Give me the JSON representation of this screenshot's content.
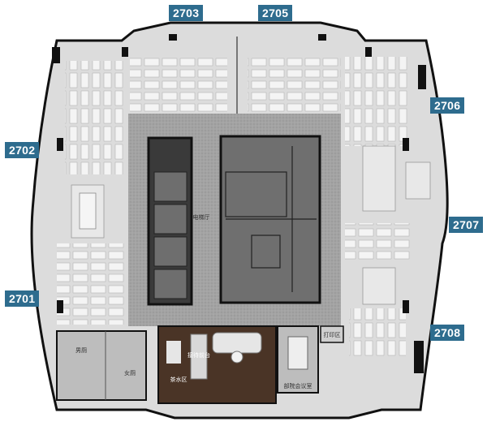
{
  "colors": {
    "wall": "#111111",
    "office_floor": "#d9d9d9",
    "desk": "#f3f3f3",
    "core_floor": "#9a9a9a",
    "core_rooms": "#6b6b6b",
    "lounge_floor": "#4a3426",
    "unit_label_bg": "#2e6c8e"
  },
  "units": {
    "u2701": "2701",
    "u2702": "2702",
    "u2703": "2703",
    "u2705": "2705",
    "u2706": "2706",
    "u2707": "2707",
    "u2708": "2708"
  },
  "rooms": {
    "elevator_hall": "电梯厅",
    "reception": "接待前台",
    "mens_restroom": "男厕",
    "womens_restroom": "女厕",
    "tea_area": "茶水区",
    "meeting_room": "部院会议室",
    "print_area": "打印区"
  }
}
